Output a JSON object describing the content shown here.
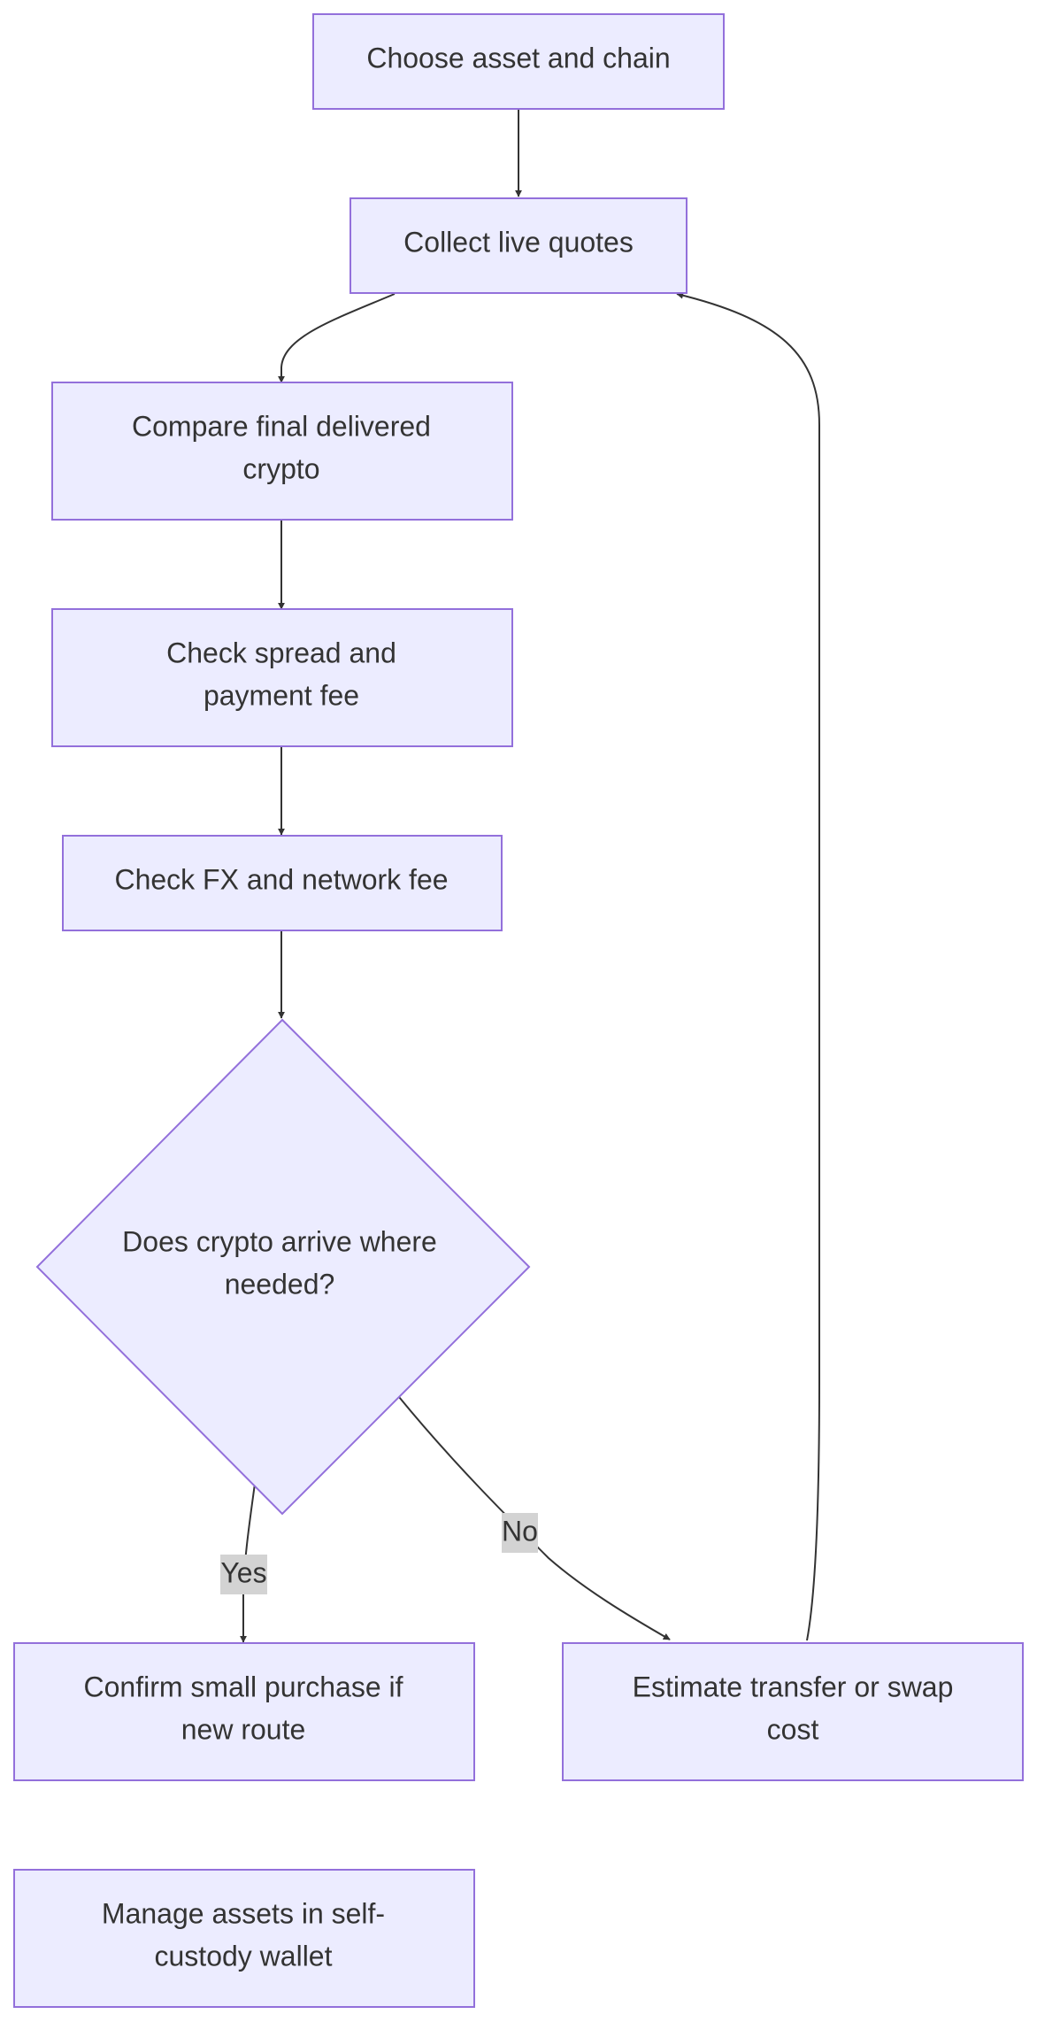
{
  "diagram": {
    "nodes": {
      "choose": {
        "lines": [
          "Choose asset and chain"
        ]
      },
      "collect": {
        "lines": [
          "Collect live quotes"
        ]
      },
      "compare": {
        "lines": [
          "Compare final delivered",
          "crypto"
        ]
      },
      "spread": {
        "lines": [
          "Check spread and",
          "payment fee"
        ]
      },
      "fx": {
        "lines": [
          "Check FX and network fee"
        ]
      },
      "decision": {
        "lines": [
          "Does crypto arrive where",
          "needed?"
        ]
      },
      "confirm": {
        "lines": [
          "Confirm small purchase if",
          "new route"
        ]
      },
      "estimate": {
        "lines": [
          "Estimate transfer or swap",
          "cost"
        ]
      },
      "manage": {
        "lines": [
          "Manage assets in self-",
          "custody wallet"
        ]
      }
    },
    "edge_labels": {
      "yes": "Yes",
      "no": "No"
    }
  },
  "colors": {
    "node_fill": "#ECECFF",
    "node_stroke": "#9370DB",
    "edge": "#333333",
    "text": "#333333",
    "label_bg": "#d3d3d3"
  }
}
